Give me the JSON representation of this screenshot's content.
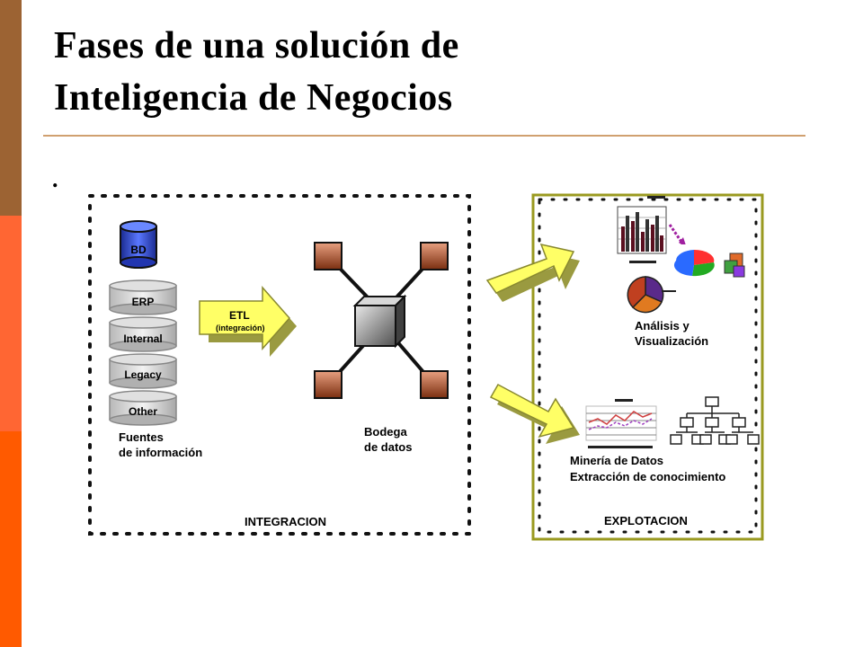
{
  "slide": {
    "title_line1": "Fases de una solución de",
    "title_line2": "Inteligencia de Negocios",
    "bullet": "."
  },
  "diagram": {
    "sources": {
      "bd": "BD",
      "erp": "ERP",
      "internal": "Internal",
      "legacy": "Legacy",
      "other": "Other",
      "caption_line1": "Fuentes",
      "caption_line2": "de información"
    },
    "etl": {
      "label": "ETL",
      "sublabel": "(integración)"
    },
    "warehouse": {
      "caption_line1": "Bodega",
      "caption_line2": "de datos"
    },
    "integration_label": "INTEGRACION",
    "exploitation_label": "EXPLOTACION",
    "analysis": {
      "caption_line1": "Análisis y",
      "caption_line2": "Visualización"
    },
    "mining": {
      "caption_line1": "Minería de Datos",
      "caption_line2": "Extracción de conocimiento"
    }
  },
  "colors": {
    "sidebar_top": "#9c6333",
    "sidebar_mid": "#ff6633",
    "sidebar_bottom": "#ff5a00",
    "rule": "#d0a070",
    "explotacion_border": "#9a9a20",
    "arrow_fill": "#ffff66",
    "node_fill": "#c0603a",
    "bd_blue": "#2a40c0"
  }
}
